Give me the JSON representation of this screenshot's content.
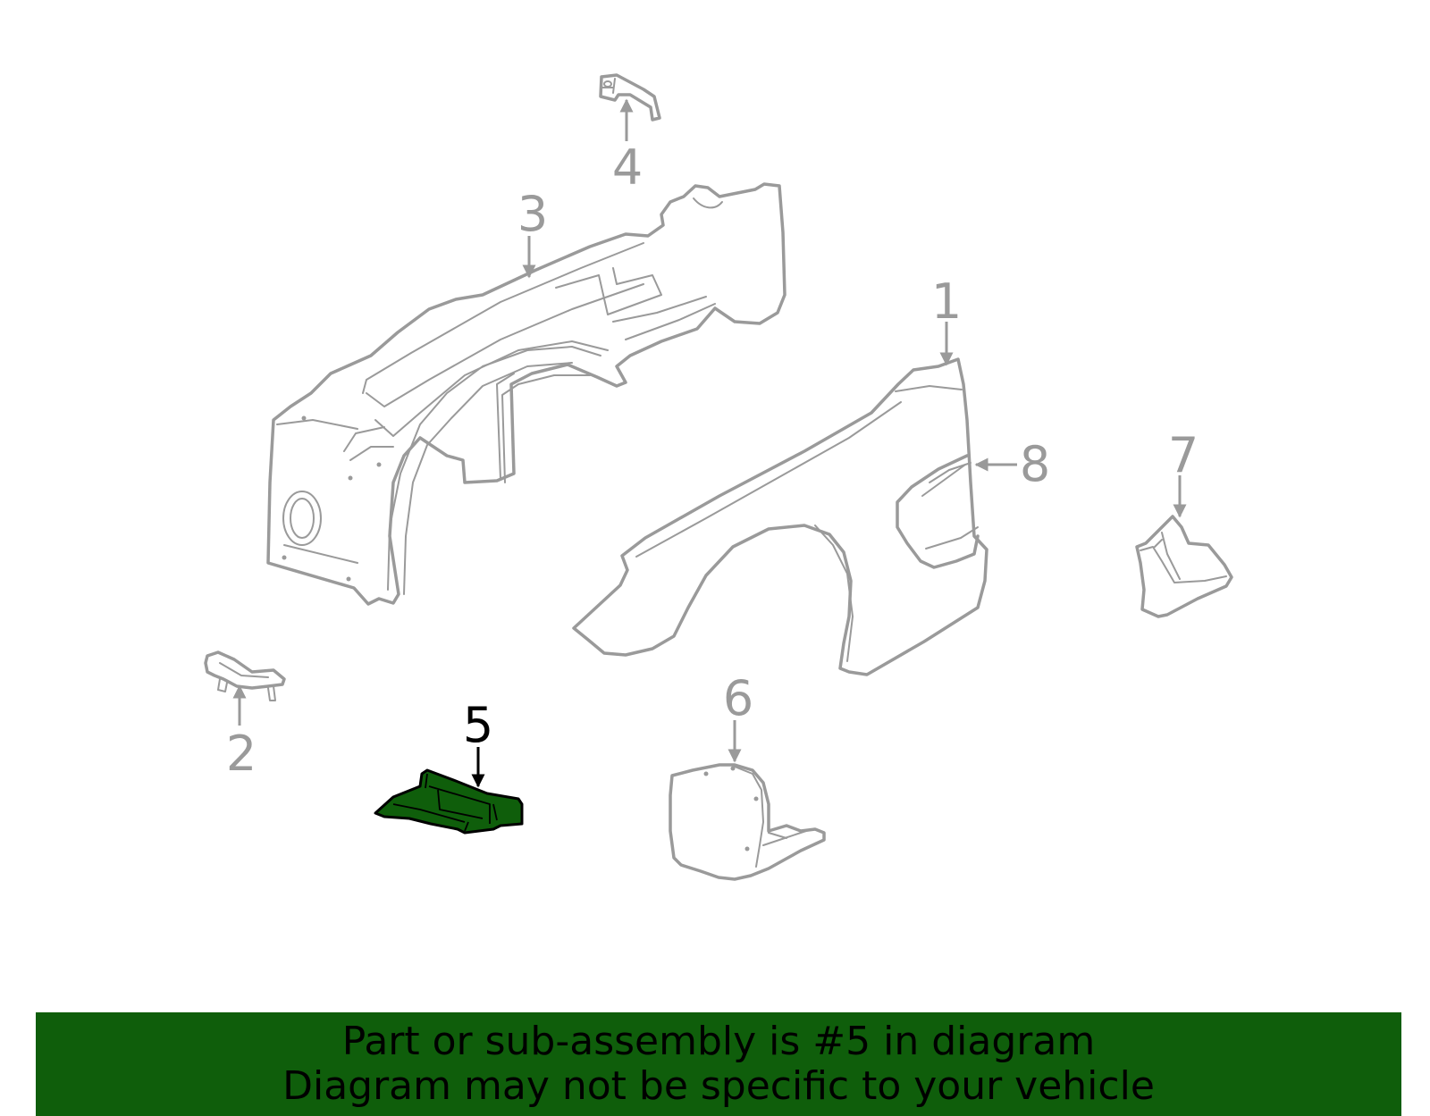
{
  "diagram": {
    "callouts": [
      {
        "number": "1",
        "part": "fender"
      },
      {
        "number": "2",
        "part": "bracket"
      },
      {
        "number": "3",
        "part": "inner-panel"
      },
      {
        "number": "4",
        "part": "clip"
      },
      {
        "number": "5",
        "part": "splash-shield",
        "highlighted": true
      },
      {
        "number": "6",
        "part": "mud-guard"
      },
      {
        "number": "7",
        "part": "rear-guard"
      },
      {
        "number": "8",
        "part": "fender-trim"
      }
    ]
  },
  "banner": {
    "line1": "Part or sub-assembly is #5 in diagram",
    "line2": "Diagram may not be specific to your vehicle"
  },
  "colors": {
    "part_stroke": "#9a9a9a",
    "label_gray": "#9a9a9a",
    "highlight_fill": "#0f5e0b",
    "highlight_stroke": "#000000",
    "banner_bg": "#0f5e0b",
    "banner_text": "#000000"
  }
}
